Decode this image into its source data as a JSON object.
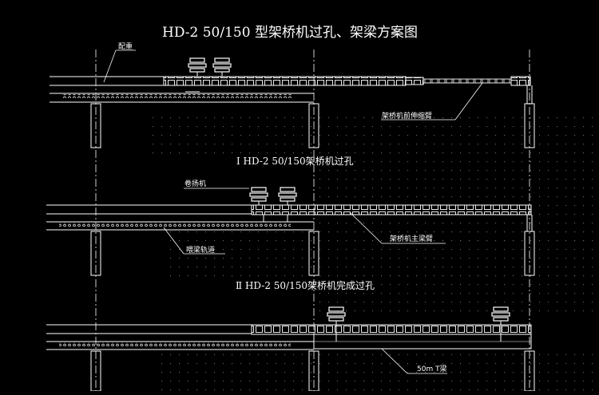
{
  "title": "HD-2 50/150 型架桥机过孔、架梁方案图",
  "stages": [
    {
      "caption": "Ⅰ  HD-2 50/150架桥机过孔"
    },
    {
      "caption": "Ⅱ  HD-2 50/150架桥机完成过孔"
    }
  ],
  "labels": {
    "counterweight": "配重",
    "front_arm": "架桥机前伸缩臂",
    "winch": "卷扬机",
    "main_arm": "架桥机主梁臂",
    "track": "喂梁轨道",
    "beam": "50m T梁"
  },
  "colors": {
    "background": "#000000",
    "lines": "#ffffff",
    "dots": "#6a6a6a"
  }
}
